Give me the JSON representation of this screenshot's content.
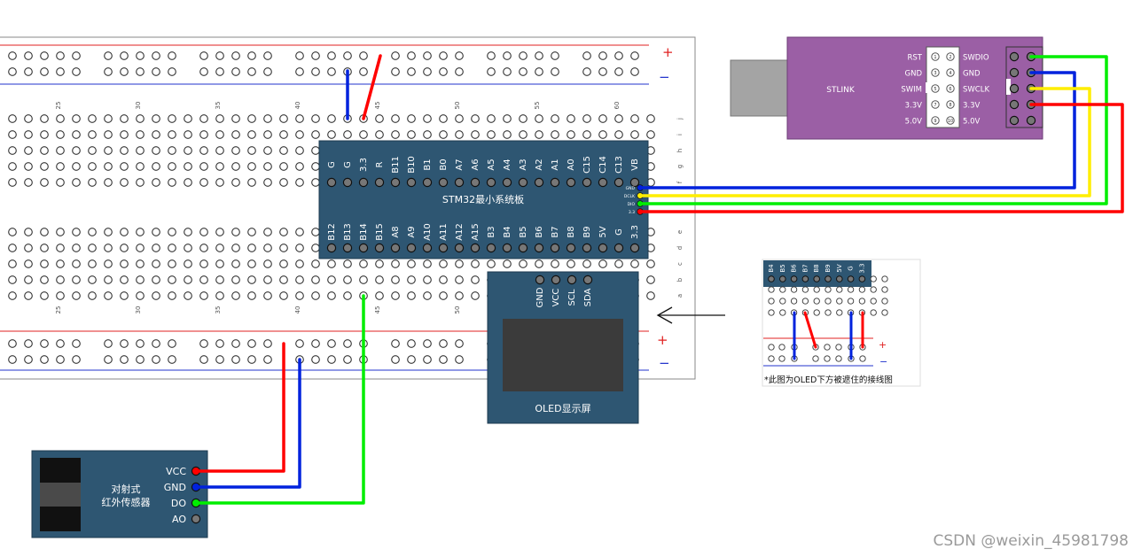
{
  "breadboard": {
    "col_numbers": [
      "25",
      "30",
      "35",
      "40",
      "45",
      "50",
      "55",
      "60"
    ],
    "row_letters_top": [
      "j",
      "i",
      "h",
      "g",
      "f"
    ],
    "row_letters_bottom": [
      "e",
      "d",
      "c",
      "b",
      "a"
    ],
    "rail_plus": "+",
    "rail_minus": "−"
  },
  "stm32": {
    "title": "STM32最小系统板",
    "top_pins": [
      "G",
      "G",
      "3.3",
      "R",
      "B11",
      "B10",
      "B1",
      "B0",
      "A7",
      "A6",
      "A5",
      "A4",
      "A3",
      "A2",
      "A1",
      "A0",
      "C15",
      "C14",
      "C13",
      "VB"
    ],
    "bottom_pins": [
      "B12",
      "B13",
      "B14",
      "B15",
      "A8",
      "A9",
      "A10",
      "A11",
      "A12",
      "A15",
      "B3",
      "B4",
      "B5",
      "B6",
      "B7",
      "B8",
      "B9",
      "5V",
      "G",
      "3.3"
    ],
    "swd_pins": [
      "GND",
      "DCLK",
      "DIO",
      "3.3"
    ]
  },
  "stlink": {
    "label": "STLINK",
    "left_labels": [
      "RST",
      "GND",
      "SWIM",
      "3.3V",
      "5.0V"
    ],
    "right_labels": [
      "SWDIO",
      "GND",
      "SWCLK",
      "3.3V",
      "5.0V"
    ],
    "pin_numbers": [
      "1",
      "2",
      "3",
      "4",
      "5",
      "6",
      "7",
      "8",
      "9",
      "10"
    ]
  },
  "oled": {
    "title": "OLED显示屏",
    "pins": [
      "GND",
      "VCC",
      "SCL",
      "SDA"
    ]
  },
  "ir_sensor": {
    "title_line1": "对射式",
    "title_line2": "红外传感器",
    "pins": [
      "VCC",
      "GND",
      "DO",
      "AO"
    ]
  },
  "inset": {
    "pins": [
      "B4",
      "B5",
      "B6",
      "B7",
      "B8",
      "B9",
      "5V",
      "G",
      "3.3"
    ],
    "caption": "*此图为OLED下方被遮住的接线图"
  },
  "colors": {
    "red": "#ff0000",
    "blue": "#0022dd",
    "green": "#00ee00",
    "yellow": "#ffee00",
    "board": "#2e5672",
    "stlink": "#9b5fa5"
  },
  "watermark": "CSDN @weixin_45981798"
}
